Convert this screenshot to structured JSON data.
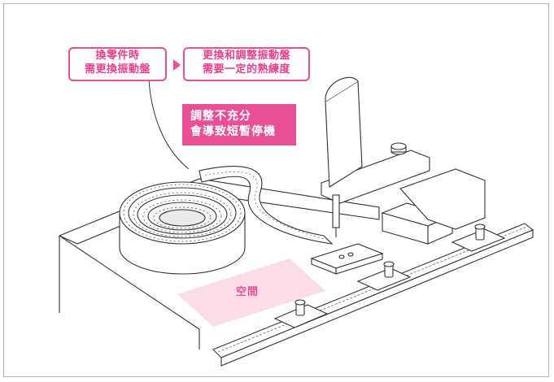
{
  "callouts": {
    "left": {
      "line1": "換零件時",
      "line2": "需更換振動盤"
    },
    "right": {
      "line1": "更換和調整振動盤",
      "line2": "需要一定的熟練度"
    }
  },
  "warning": {
    "line1": "調整不充分",
    "line2": "會導致短暫停機"
  },
  "space_label": "空間",
  "colors": {
    "accent": "#e84f95",
    "space_fill": "#fbdde9",
    "line": "#333333"
  }
}
